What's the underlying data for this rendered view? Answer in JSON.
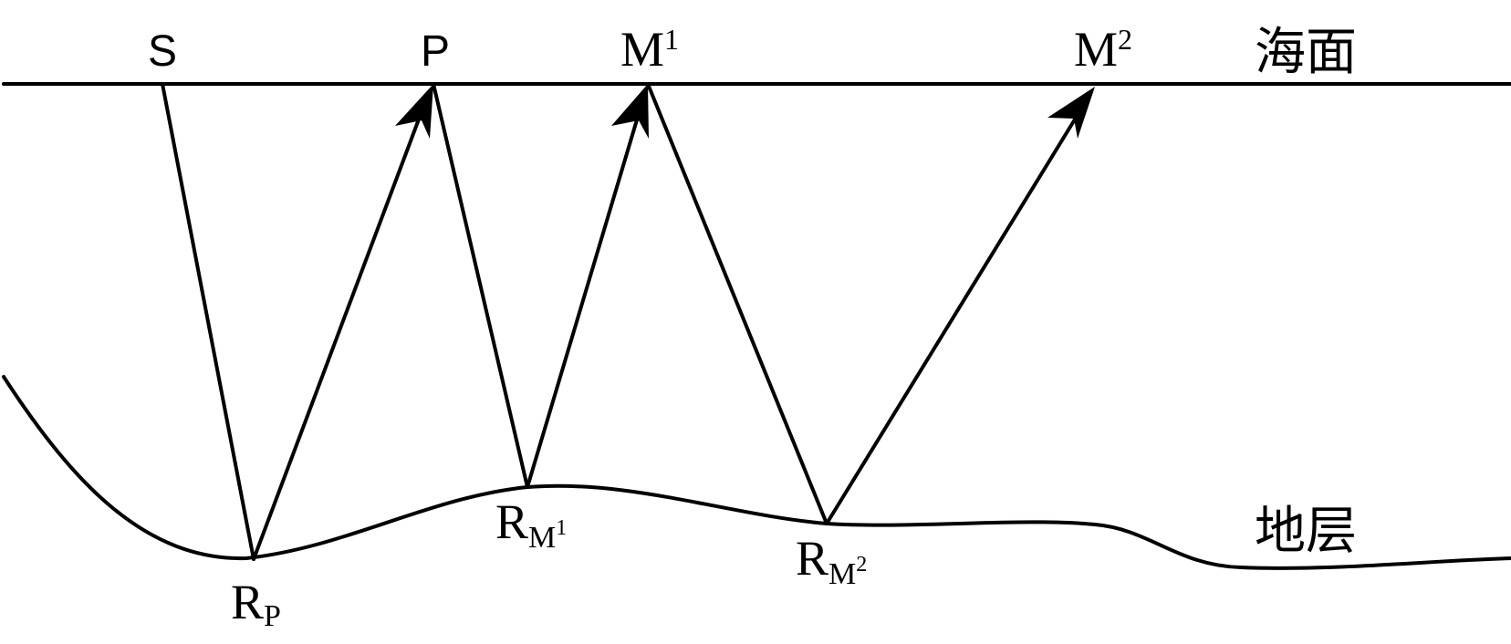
{
  "labels": {
    "source": "S",
    "primary": "P",
    "multiple1": {
      "main": "M",
      "sup": "1"
    },
    "multiple2": {
      "main": "M",
      "sup": "2"
    },
    "sea_surface": "海面",
    "stratum": "地层",
    "reflect_p": {
      "main": "R",
      "sub": "P"
    },
    "reflect_m1": {
      "main": "R",
      "sub": "M",
      "sup": "1"
    },
    "reflect_m2": {
      "main": "R",
      "sub": "M",
      "sup": "2"
    }
  }
}
